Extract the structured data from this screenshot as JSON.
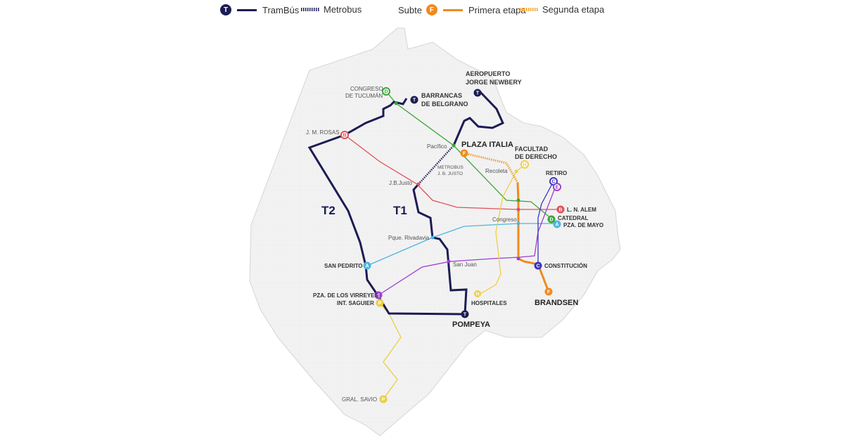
{
  "legend": {
    "trambus_badge": "T",
    "trambus_label": "TramBús",
    "metrobus_label": "Metrobus",
    "subte_label": "Subte",
    "subte_badge": "F",
    "primera_label": "Primera etapa",
    "segunda_label": "Segunda etapa"
  },
  "colors": {
    "trambus": "#1c1c55",
    "line_a": "#4ab7e0",
    "line_b": "#e0505a",
    "line_c": "#3a35c0",
    "line_d": "#3aa63a",
    "line_e": "#9b3fd0",
    "line_f": "#f08a1c",
    "line_h": "#f0d040",
    "line_p": "#e8d040",
    "map_fill": "#f2f2f2",
    "map_stroke": "#d8d8d8"
  },
  "routes": {
    "t1": "T1",
    "t2": "T2"
  },
  "stations": {
    "aeropuerto_1": "AEROPUERTO",
    "aeropuerto_2": "JORGE NEWBERY",
    "barrancas_1": "BARRANCAS",
    "barrancas_2": "DE BELGRANO",
    "congreso_tuc_1": "CONGRESO",
    "congreso_tuc_2": "DE TUCUMÁN",
    "jm_rosas": "J. M. ROSAS",
    "pacifico": "Pacífico",
    "plaza_italia": "PLAZA ITALIA",
    "facultad_1": "FACULTAD",
    "facultad_2": "DE DERECHO",
    "recoleta": "Recoleta",
    "metrobus_1": "METROBUS",
    "metrobus_2": "J. B. JUSTO",
    "jb_justo": "J.B.Justo",
    "retiro": "RETIRO",
    "ln_alem": "L. N. ALEM",
    "catedral": "CATEDRAL",
    "pza_mayo": "PZA. DE MAYO",
    "congreso": "Congreso",
    "pque_rivadavia": "Pque. Rivadavia",
    "san_pedrito": "SAN PEDRITO",
    "san_juan": "San Juan",
    "constitucion": "CONSTITUCIÓN",
    "virreyes": "PZA. DE LOS VIRREYES",
    "saguier": "INT. SAGUIER",
    "hospitales": "HOSPITALES",
    "brandsen": "BRANDSEN",
    "pompeya": "POMPEYA",
    "savio": "GRAL.  SAVIO"
  },
  "letters": {
    "t": "T",
    "a": "A",
    "b": "B",
    "c": "C",
    "d": "D",
    "e": "E",
    "f": "F",
    "h": "H",
    "p": "P"
  }
}
